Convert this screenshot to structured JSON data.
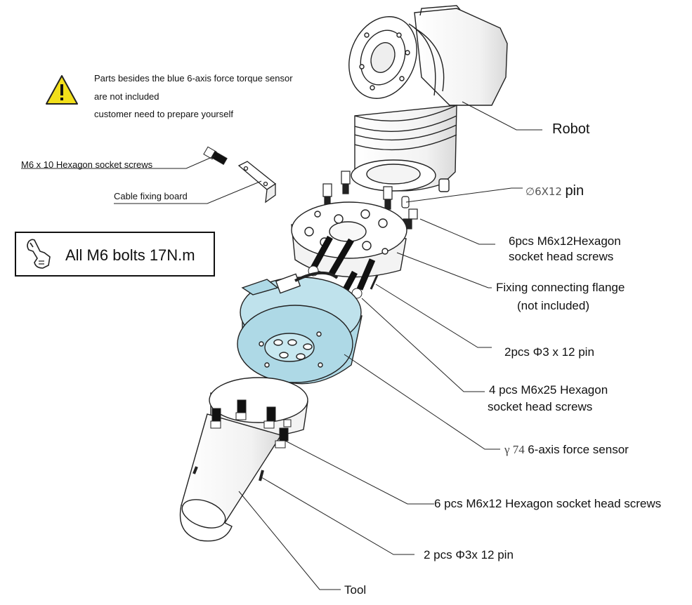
{
  "warning": {
    "icon": "warning-triangle-icon",
    "line1": "Parts besides the blue 6-axis force torque sensor",
    "line2": "are not included",
    "line3": " customer need to prepare yourself"
  },
  "torque_note": {
    "icon": "wrench-hand-icon",
    "text": "All M6 bolts 17N.m"
  },
  "labels": {
    "robot": "Robot",
    "pin_6x12_symbol": "∅6X12",
    "pin_6x12_suffix": "pin",
    "flange_screws_1": "6pcs M6x12Hexagon",
    "flange_screws_2": "socket head screws",
    "flange_1": "Fixing connecting flange",
    "flange_2": "(not included)",
    "pin_3x12_upper": "2pcs Φ3 x 12 pin",
    "sensor_screws_1": "4 pcs M6x25 Hexagon",
    "sensor_screws_2": "socket head screws",
    "sensor_prefix": "γ 74",
    "sensor": "6-axis force sensor",
    "tool_screws": "6 pcs M6x12 Hexagon socket head screws",
    "pin_3x12_lower": "2 pcs  Φ3x 12 pin",
    "tool": "Tool",
    "cable_screws": "M6 x 10 Hexagon socket screws",
    "cable_board": "Cable fixing board"
  },
  "colors": {
    "sensor_blue": "#aed9e6",
    "warning_yellow": "#f2df1a",
    "line": "#222222"
  }
}
